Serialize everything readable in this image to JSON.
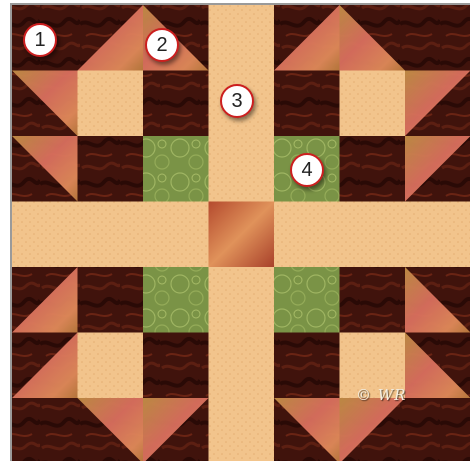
{
  "badges": [
    {
      "label": "1"
    },
    {
      "label": "2"
    },
    {
      "label": "3"
    },
    {
      "label": "4"
    }
  ],
  "signature": "© WR",
  "colors": {
    "frame": "#9a9a9a",
    "background_dark": "#3e120c",
    "background_dark_alt": "#5a1d12",
    "tan": "#f2c48c",
    "tan_dot": "#e8b57a",
    "green": "#7c9448",
    "green_light": "#9db160",
    "center_square": "#d06a3c",
    "triangle_gradient": [
      "#b88a48",
      "#d9715e",
      "#c4904b"
    ],
    "badge_border": "#cc1f1f"
  },
  "icons": [
    "circled-number-badge"
  ]
}
